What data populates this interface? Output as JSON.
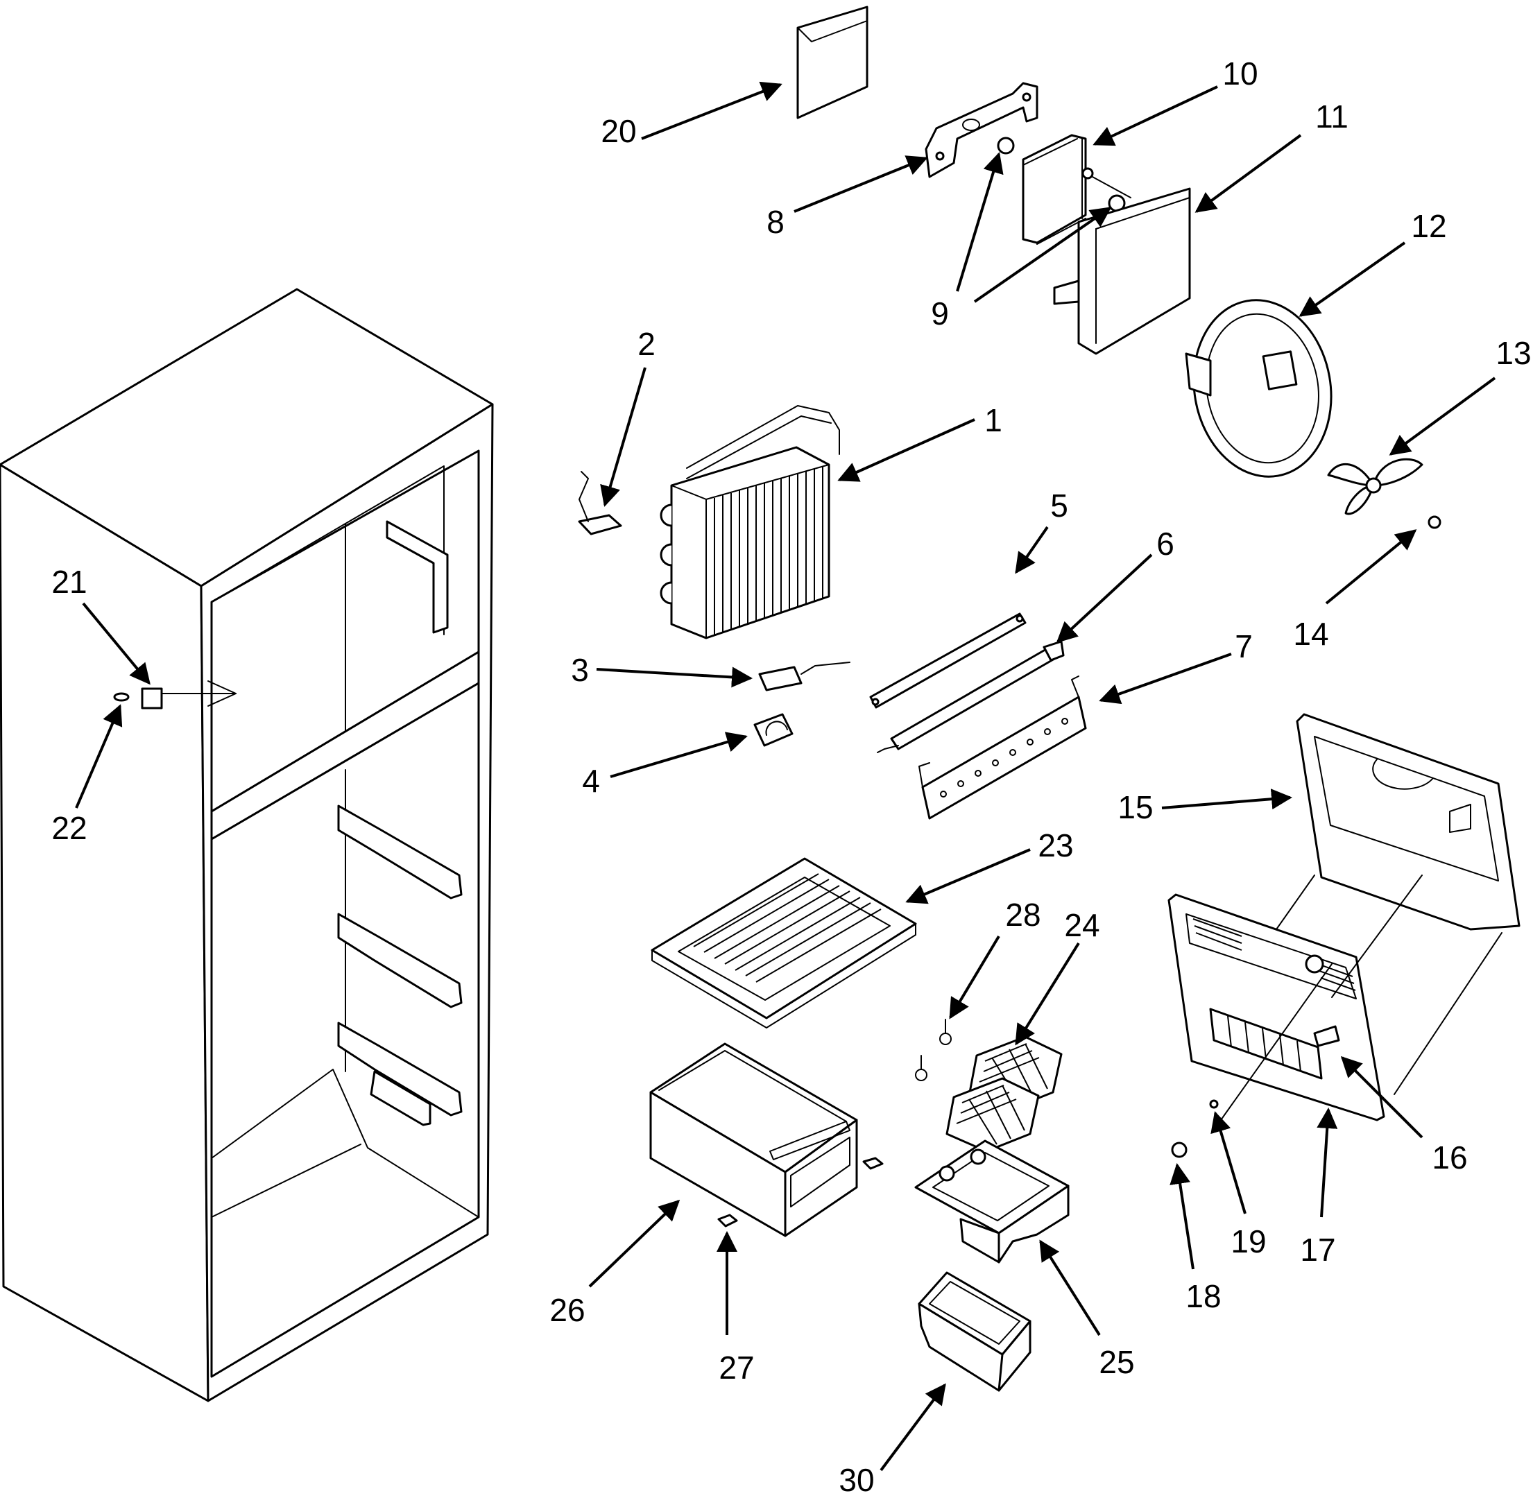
{
  "diagram": {
    "callouts": [
      {
        "id": "1",
        "label": "1"
      },
      {
        "id": "2",
        "label": "2"
      },
      {
        "id": "3",
        "label": "3"
      },
      {
        "id": "4",
        "label": "4"
      },
      {
        "id": "5",
        "label": "5"
      },
      {
        "id": "6",
        "label": "6"
      },
      {
        "id": "7",
        "label": "7"
      },
      {
        "id": "8",
        "label": "8"
      },
      {
        "id": "9a",
        "label": "9"
      },
      {
        "id": "10",
        "label": "10"
      },
      {
        "id": "11",
        "label": "11"
      },
      {
        "id": "12",
        "label": "12"
      },
      {
        "id": "13",
        "label": "13"
      },
      {
        "id": "14",
        "label": "14"
      },
      {
        "id": "15",
        "label": "15"
      },
      {
        "id": "16",
        "label": "16"
      },
      {
        "id": "17",
        "label": "17"
      },
      {
        "id": "18",
        "label": "18"
      },
      {
        "id": "19",
        "label": "19"
      },
      {
        "id": "20",
        "label": "20"
      },
      {
        "id": "21",
        "label": "21"
      },
      {
        "id": "22",
        "label": "22"
      },
      {
        "id": "23",
        "label": "23"
      },
      {
        "id": "24",
        "label": "24"
      },
      {
        "id": "25",
        "label": "25"
      },
      {
        "id": "26",
        "label": "26"
      },
      {
        "id": "27",
        "label": "27"
      },
      {
        "id": "28",
        "label": "28"
      },
      {
        "id": "30",
        "label": "30"
      }
    ]
  }
}
